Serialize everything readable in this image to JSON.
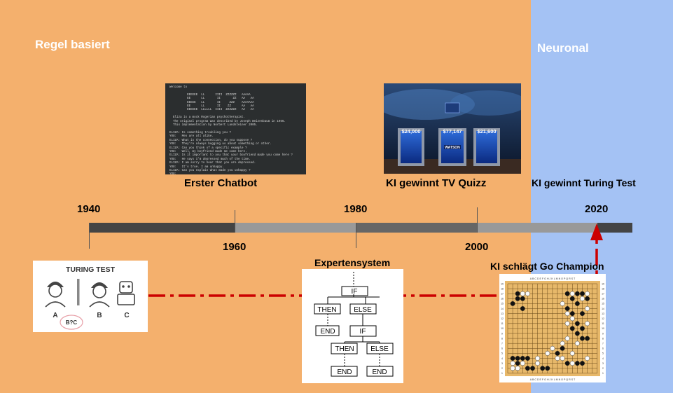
{
  "sections": {
    "rule_based": "Regel basiert",
    "neural": "Neuronal"
  },
  "milestones": {
    "chatbot": "Erster Chatbot",
    "tv_quiz": "KI gewinnt TV Quizz",
    "turing": "KI gewinnt Turing Test",
    "expert": "Expertensystem",
    "go": "KI schlägt Go Champion"
  },
  "years": {
    "y1940": "1940",
    "y1960": "1960",
    "y1980": "1980",
    "y2000": "2000",
    "y2020": "2020"
  },
  "turing_card": {
    "title": "TURING TEST",
    "a": "A",
    "b": "B",
    "c": "C",
    "bubble": "B?C"
  },
  "eliza_text": "Welcome to\n\n          EEEEEE  LL      IIII  ZZZZZZ   AAAAA\n          EE      LL       II       ZZ   AA   AA\n          EEEEE   LL       II     ZZZ    AAAAAAA\n          EE      LL       II    ZZ      AA   AA\n          EEEEEE  LLLLLL  IIII  ZZZZZZ   AA   AA\n\n  Eliza is a mock Rogerian psychotherapist.\n  The original program was described by Joseph Weizenbaum in 1966.\n  This implementation by Norbert Landsteiner 2005.\n\nELIZA: Is something troubling you ?\nYOU:   Men are all alike.\nELIZA: What is the connection, do you suppose ?\nYOU:   They're always bugging us about something or other.\nELIZA: Can you think of a specific example ?\nYOU:   Well, my boyfriend made me come here.\nELIZA: Is it important to you that your boyfriend made you come here ?\nYOU:   He says I'm depressed much of the time.\nELIZA: I am sorry to hear that you are depressed.\nYOU:   It's true. I am unhappy.\nELIZA: Can you explain what made you unhappy ?\nYOU:",
  "quiz_scores": [
    "$24,000",
    "$77,147",
    "$21,600"
  ],
  "quiz_name": "WATSON",
  "expert_flow": {
    "if1": "IF",
    "then1": "THEN",
    "else1": "ELSE",
    "end1": "END",
    "if2": "IF",
    "then2": "THEN",
    "else2": "ELSE",
    "end2": "END",
    "end3": "END"
  },
  "go_board": {
    "col_labels": "A B C D E F G H J K L M N O P Q R S T",
    "row_labels": [
      "19",
      "18",
      "17",
      "16",
      "15",
      "14",
      "13",
      "12",
      "11",
      "10",
      "9",
      "8",
      "7",
      "6",
      "5",
      "4",
      "3",
      "2",
      "1"
    ]
  },
  "colors": {
    "rule_bg": "#f4b06d",
    "neural_bg": "#a4c2f4",
    "dash_line": "#cc0000",
    "axis_dark": "#444444",
    "axis_light": "#999999"
  }
}
